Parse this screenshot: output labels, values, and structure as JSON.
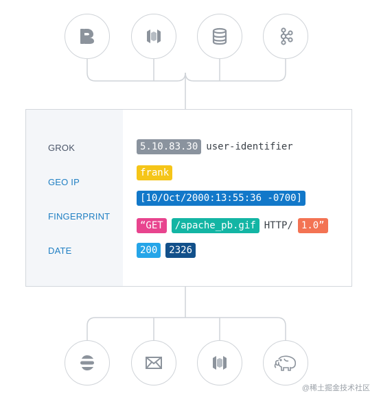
{
  "inputs": [
    {
      "icon": "beats-icon"
    },
    {
      "icon": "aws-icon"
    },
    {
      "icon": "database-icon"
    },
    {
      "icon": "kafka-icon"
    }
  ],
  "outputs": [
    {
      "icon": "elasticsearch-icon"
    },
    {
      "icon": "mail-icon"
    },
    {
      "icon": "aws-icon"
    },
    {
      "icon": "hadoop-icon"
    }
  ],
  "filters": {
    "grok": "GROK",
    "geoip": "GEO IP",
    "fingerprint": "FINGERPRINT",
    "date": "DATE"
  },
  "log": {
    "ip": "5.10.83.30",
    "user_identifier": "user-identifier",
    "user": "frank",
    "timestamp": "[10/Oct/2000:13:55:36 -0700]",
    "method": "“GET",
    "path": "/apache_pb.gif",
    "protocol": "HTTP/",
    "version": "1.0”",
    "status": "200",
    "bytes": "2326"
  },
  "watermark": "@稀土掘金技术社区",
  "colors": {
    "gray": "#8a939e",
    "yellow": "#f5c518",
    "blue": "#1278c9",
    "pink": "#e8448e",
    "teal": "#13b5a4",
    "orange": "#f37353",
    "sky": "#25a5e8",
    "navy": "#12508a",
    "label_blue": "#1f7fc3"
  }
}
